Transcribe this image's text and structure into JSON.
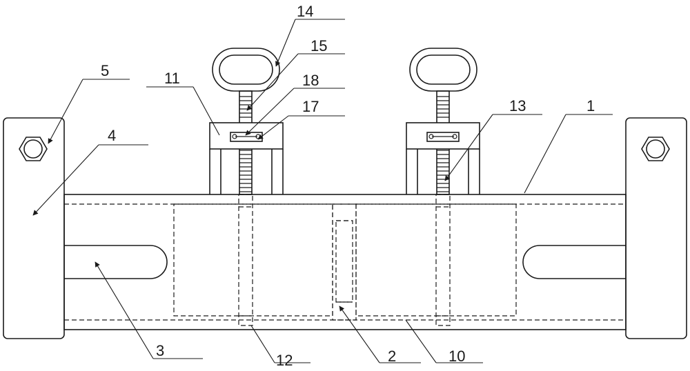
{
  "labels": {
    "l1": "1",
    "l2": "2",
    "l3": "3",
    "l4": "4",
    "l5": "5",
    "l10": "10",
    "l11": "11",
    "l12": "12",
    "l13": "13",
    "l14": "14",
    "l15": "15",
    "l17": "17",
    "l18": "18"
  }
}
